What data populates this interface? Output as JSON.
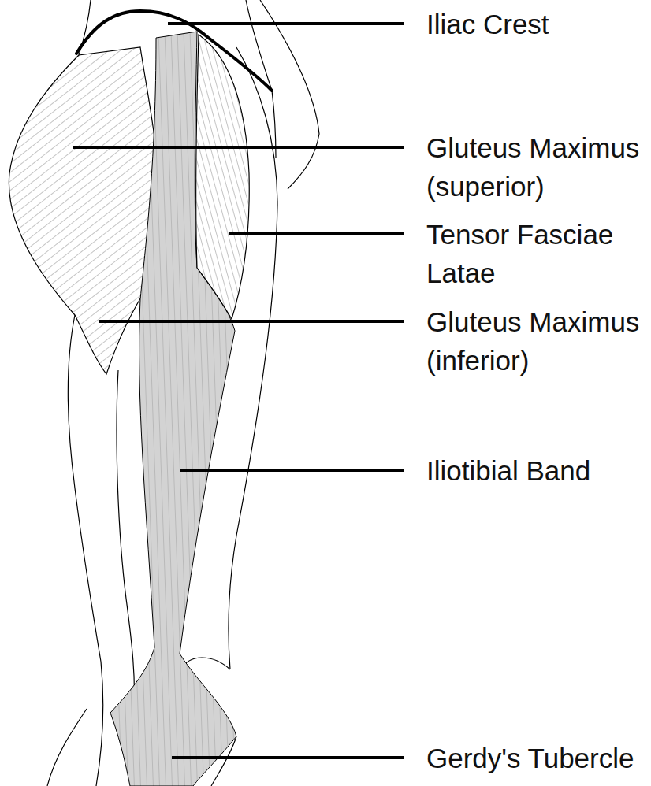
{
  "diagram": {
    "labels": [
      "Iliac Crest",
      "Gluteus Maximus (superior)",
      "Tensor Fasciae Latae",
      "Gluteus Maximus (inferior)",
      "Iliotibial Band",
      "Gerdy's Tubercle"
    ]
  }
}
